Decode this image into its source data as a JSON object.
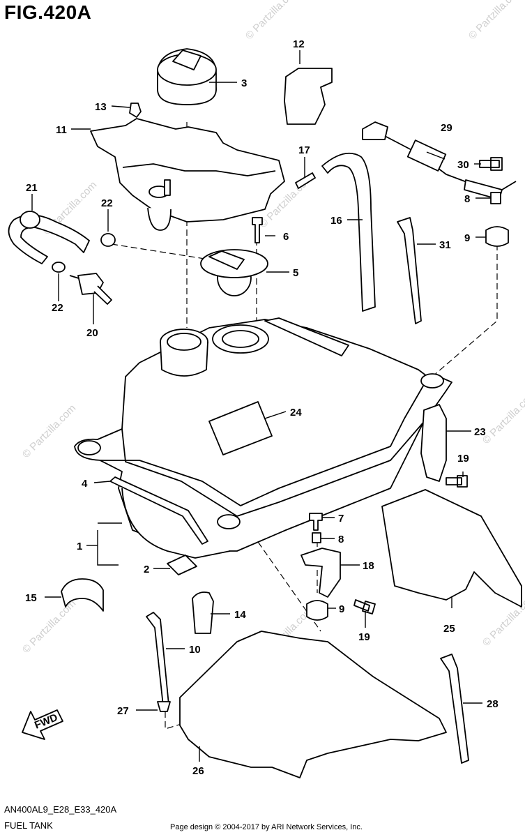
{
  "figure": {
    "title": "FIG.420A",
    "model_code": "AN400AL9_E28_E33_420A",
    "name": "FUEL TANK",
    "credit": "Page design © 2004-2017 by ARI Network Services, Inc."
  },
  "watermark": {
    "text": "© Partzilla.com",
    "color": "#cfcfcf"
  },
  "fwd_label": "FWD",
  "callouts": [
    "1",
    "2",
    "3",
    "4",
    "5",
    "6",
    "7",
    "8",
    "8",
    "9",
    "9",
    "10",
    "11",
    "12",
    "13",
    "14",
    "15",
    "16",
    "17",
    "19",
    "19",
    "20",
    "21",
    "22",
    "22",
    "23",
    "24",
    "25",
    "26",
    "27",
    "28",
    "29",
    "30",
    "31",
    "18"
  ]
}
